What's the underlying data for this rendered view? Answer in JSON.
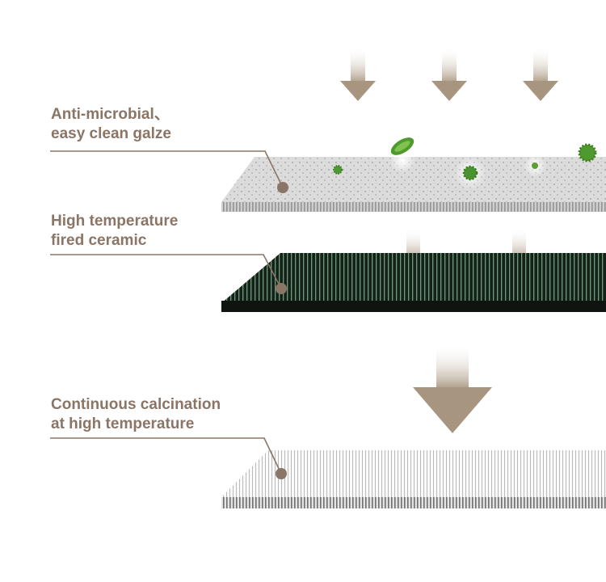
{
  "colors": {
    "label_text": "#8a7566",
    "leader_line": "#8a7566",
    "arrow": "#a8957f",
    "glaze_surface": "#d9d9d9",
    "ceramic_surface": "#1b2b1f",
    "ceramic_stripe": "#6f9a78",
    "calcined_surface": "#f4f4f4",
    "microbe": "#5aa132"
  },
  "layers": [
    {
      "id": "glaze",
      "lines": [
        "Anti-microbial、",
        "easy clean galze"
      ]
    },
    {
      "id": "ceramic",
      "lines": [
        "High temperature",
        "fired ceramic"
      ]
    },
    {
      "id": "calcination",
      "lines": [
        "Continuous calcination",
        "at high temperature"
      ]
    }
  ],
  "icons": {
    "arrow": "down-arrow-icon",
    "microbe": "microbe-icon",
    "bacterium": "bacterium-icon",
    "pointer": "pointer-dot-icon"
  }
}
